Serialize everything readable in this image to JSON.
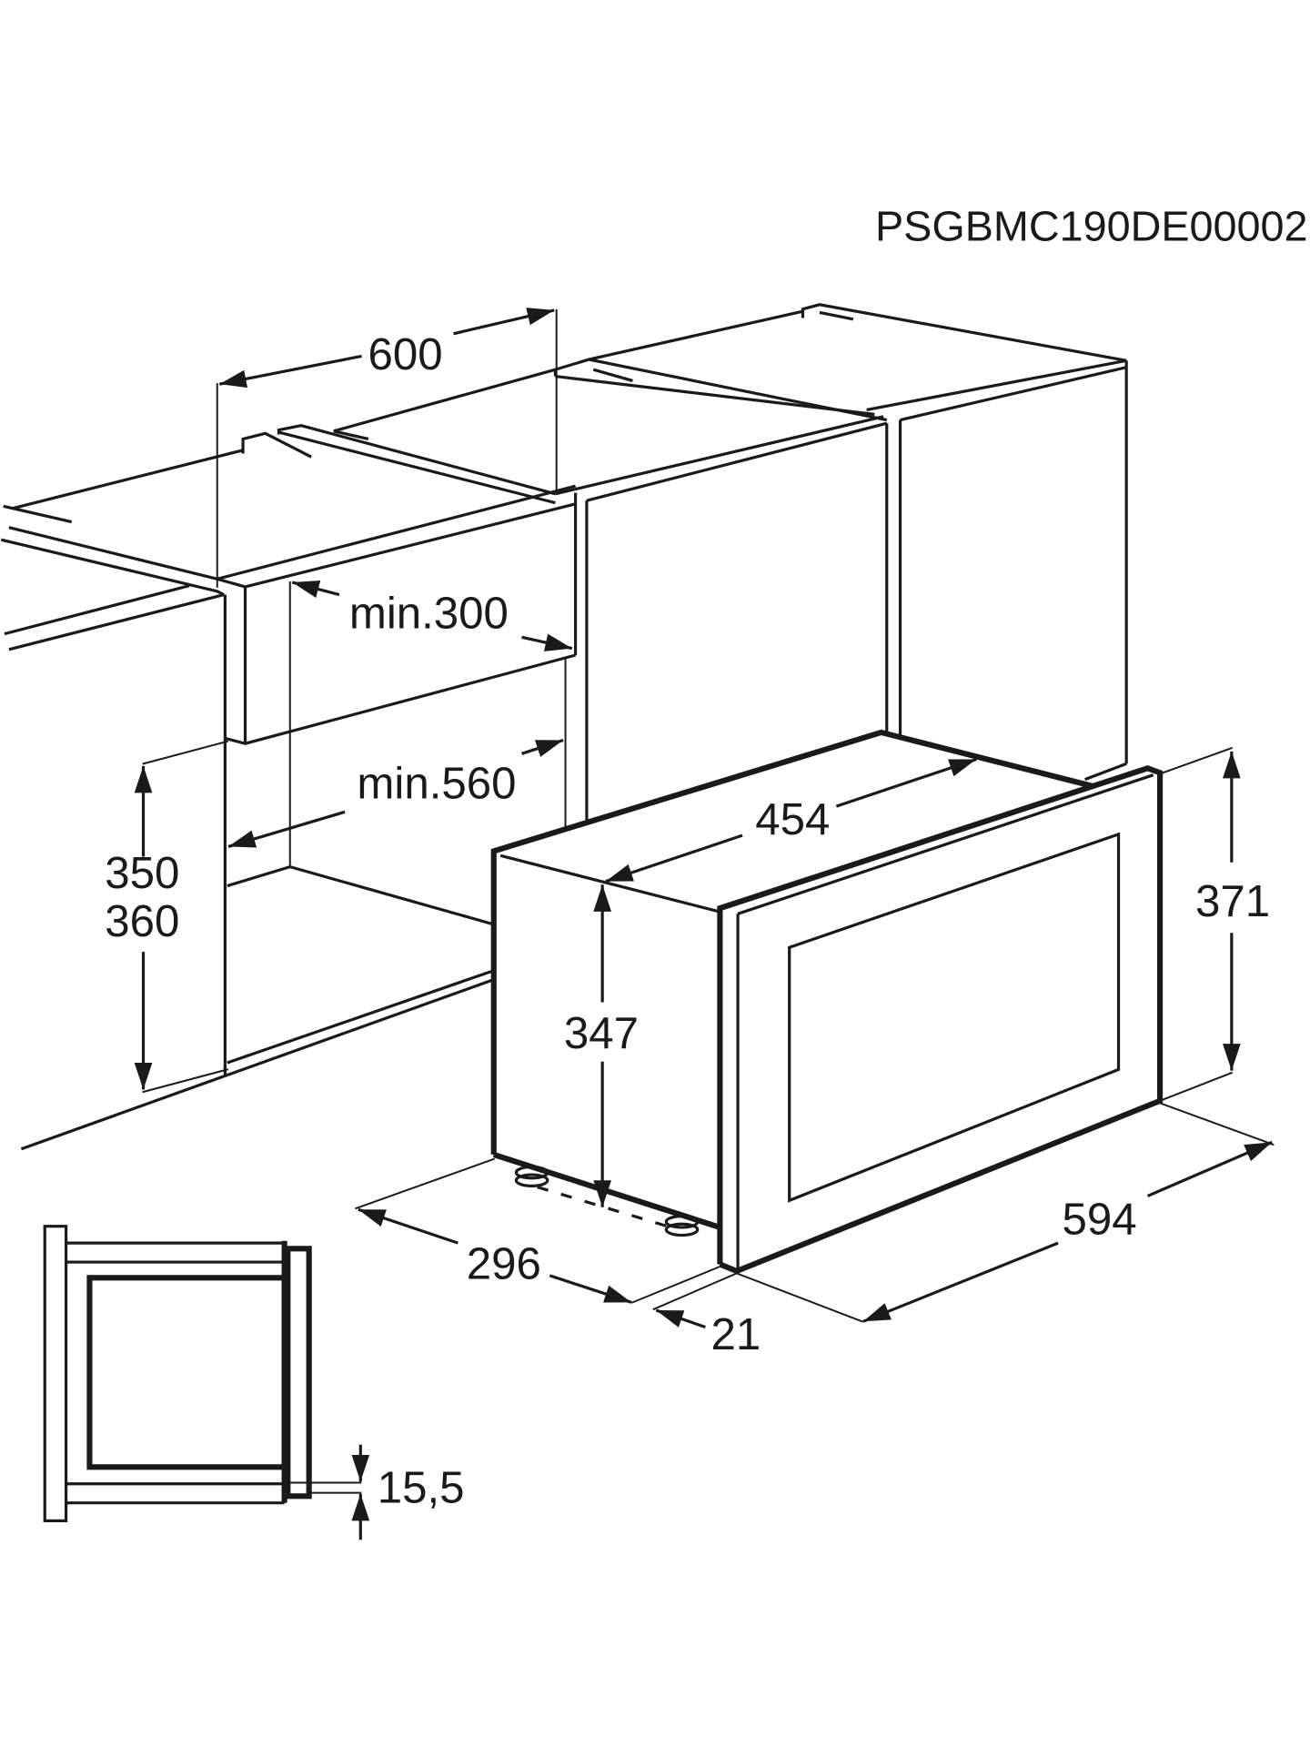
{
  "drawing": {
    "product_code": "PSGBMC190DE00002",
    "colors": {
      "ink": "#1a1a1a",
      "background": "#ffffff"
    },
    "dimensions": {
      "niche_width": "600",
      "min_depth_top": "min.300",
      "min_depth_niche": "min.560",
      "niche_height_a": "350",
      "niche_height_b": "360",
      "body_depth": "454",
      "body_height": "347",
      "front_height": "371",
      "front_width": "594",
      "body_width": "296",
      "door_thickness": "21",
      "frame_offset": "15,5"
    }
  }
}
